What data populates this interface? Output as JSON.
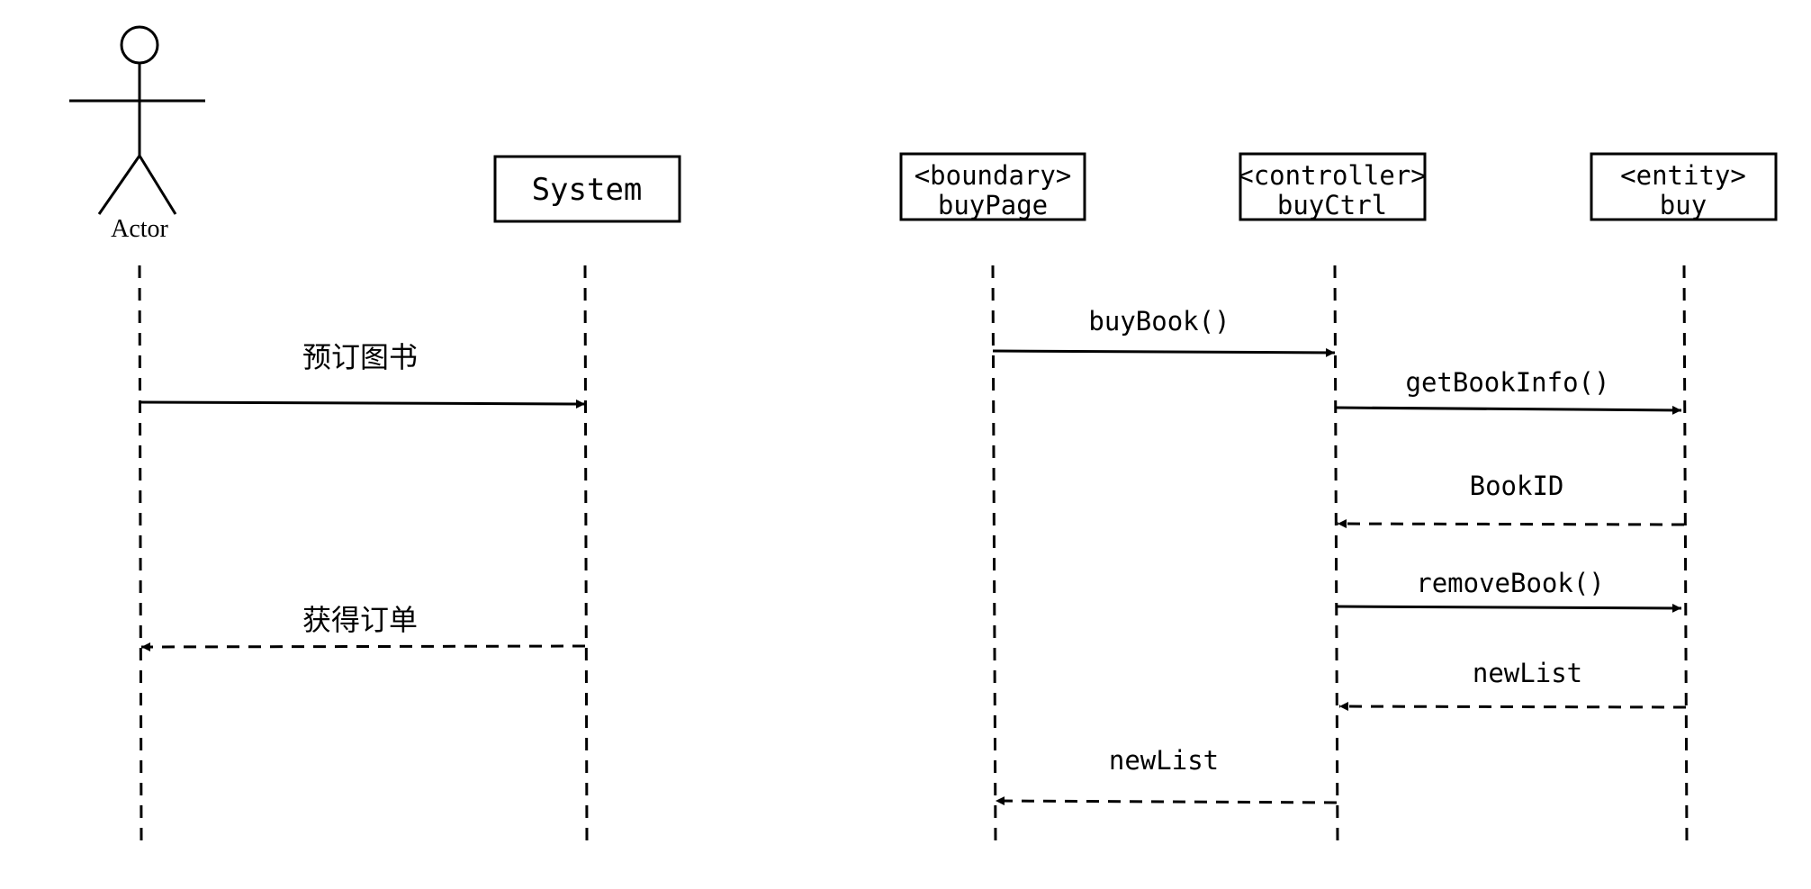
{
  "left_diagram": {
    "actor": {
      "label": "Actor"
    },
    "system": {
      "label": "System"
    },
    "messages": [
      {
        "label": "预订图书",
        "style": "solid"
      },
      {
        "label": "获得订单",
        "style": "dashed"
      }
    ]
  },
  "right_diagram": {
    "participants": [
      {
        "stereotype": "<boundary>",
        "name": "buyPage"
      },
      {
        "stereotype": "<controller>",
        "name": "buyCtrl"
      },
      {
        "stereotype": "<entity>",
        "name": "buy"
      }
    ],
    "messages": [
      {
        "label": "buyBook()",
        "style": "solid"
      },
      {
        "label": "getBookInfo()",
        "style": "solid"
      },
      {
        "label": "BookID",
        "style": "dashed"
      },
      {
        "label": "removeBook()",
        "style": "solid"
      },
      {
        "label": "newList",
        "style": "dashed"
      },
      {
        "label": "newList",
        "style": "dashed"
      }
    ]
  }
}
